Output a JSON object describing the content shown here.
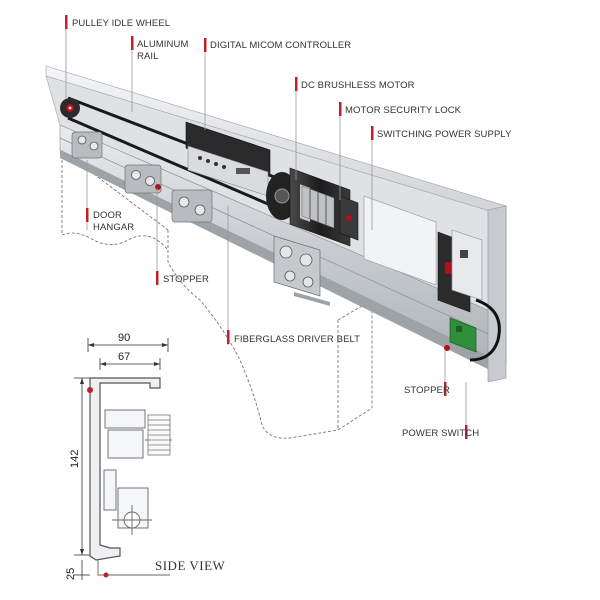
{
  "colors": {
    "accent": "#c0202a",
    "rail": "#d6d9dc",
    "motor": "#2a2a2a",
    "pcb": "#2f8f3a",
    "outline": "#6a6a6a"
  },
  "labels": {
    "pulley_idle_wheel": "PULLEY IDLE WHEEL",
    "aluminum": "ALUMINUM",
    "rail": "RAIL",
    "digital_micom_controller": "DIGITAL MICOM CONTROLLER",
    "dc_brushless_motor": "DC BRUSHLESS MOTOR",
    "motor_security_lock": "MOTOR SECURITY LOCK",
    "switching_power_supply": "SWITCHING POWER SUPPLY",
    "door": "DOOR",
    "hangar": "HANGAR",
    "stopper_left": "STOPPER",
    "fiberglass_driver_belt": "FIBERGLASS DRIVER BELT",
    "stopper_right": "STOPPER",
    "power_switch": "POWER SWITCH"
  },
  "side_view": {
    "title": "SIDE VIEW",
    "dim_width_total": "90",
    "dim_width_inner": "67",
    "dim_height": "142",
    "dim_base": "25"
  }
}
